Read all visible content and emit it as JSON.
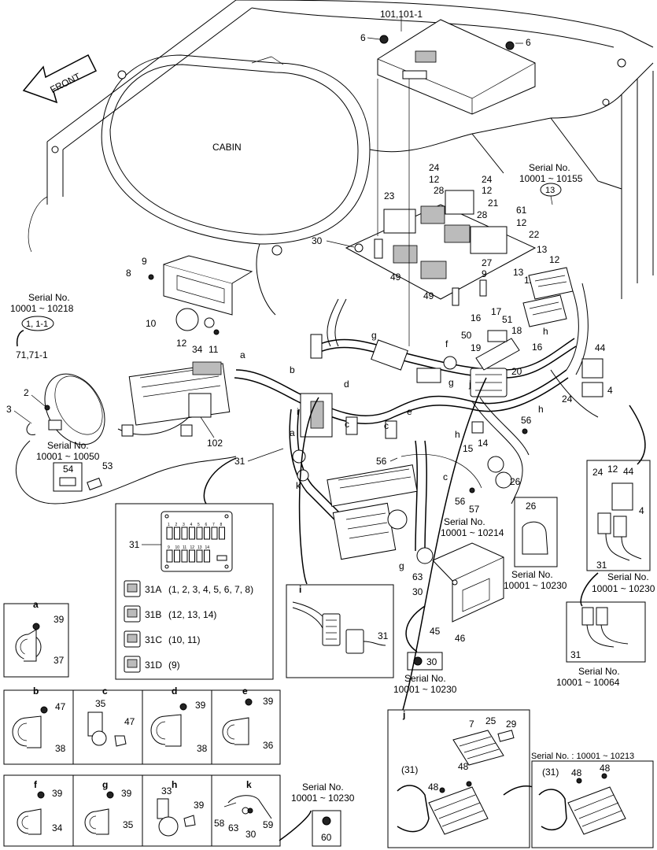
{
  "labels": {
    "front": "FRONT",
    "cabin": "CABIN",
    "l_101": "101,101-1",
    "l_6a": "6",
    "l_6b": "6",
    "l_24a": "24",
    "l_12a": "12",
    "l_24b": "24",
    "l_12b": "12",
    "l_23": "23",
    "l_28a": "28",
    "l_21": "21",
    "l_28b": "28",
    "l_61": "61",
    "l_12c": "12",
    "l_22": "22",
    "l_30a": "30",
    "l_49a": "49",
    "l_49b": "49",
    "l_27": "27",
    "l_9a": "9",
    "l_13a": "13",
    "l_13b": "13",
    "l_12d": "12",
    "l_12e": "12",
    "l_9b": "9",
    "l_8": "8",
    "l_10": "10",
    "l_12f": "12",
    "l_34a": "34",
    "l_11": "11",
    "l_71": "71,71-1",
    "l_2": "2",
    "l_3": "3",
    "l_53": "53",
    "l_54": "54",
    "l_102": "102",
    "l_31a": "31",
    "l_16a": "16",
    "l_17": "17",
    "l_51": "51",
    "l_18": "18",
    "l_50": "50",
    "l_19": "19",
    "l_16b": "16",
    "l_20": "20",
    "l_44a": "44",
    "l_4a": "4",
    "l_24c": "24",
    "l_56a": "56",
    "l_15": "15",
    "l_14": "14",
    "l_26a": "26",
    "l_56b": "56",
    "l_56c": "56",
    "l_57": "57",
    "l_26b": "26",
    "l_24d": "24",
    "l_12g": "12",
    "l_44b": "44",
    "l_4b": "4",
    "l_31b": "31",
    "l_63a": "63",
    "l_30b": "30",
    "l_45": "45",
    "l_46": "46",
    "l_30c": "30",
    "l_31c": "31",
    "l_31d": "31",
    "l_31e": "31",
    "l_a1": "a",
    "l_a2": "a",
    "l_b": "b",
    "l_c1": "c",
    "l_c2": "c",
    "l_c3": "c",
    "l_d": "d",
    "l_e": "e",
    "l_f": "f",
    "l_g1": "g",
    "l_g2": "g",
    "l_g3": "g",
    "l_h1": "h",
    "l_h2": "h",
    "l_h3": "h",
    "l_i": "i",
    "l_j": "j",
    "l_k": "k"
  },
  "serials": {
    "s_10155_a": "Serial No.",
    "s_10155_b": "10001 ~ 10155",
    "s_13": "13",
    "s_10218_a": "Serial No.",
    "s_10218_b": "10001 ~ 10218",
    "s_1_11": "1, 1-1",
    "s_10050_a": "Serial No.",
    "s_10050_b": "10001 ~ 10050",
    "s_10214_a": "Serial No.",
    "s_10214_b": "10001 ~ 10214",
    "s_10230a_a": "Serial No.",
    "s_10230a_b": "10001 ~ 10230",
    "s_10230b_a": "Serial No.",
    "s_10230b_b": "10001 ~ 10230",
    "s_10230c_a": "Serial No.",
    "s_10230c_b": "10001 ~ 10230",
    "s_10064_a": "Serial No.",
    "s_10064_b": "10001 ~ 10064",
    "s_10230d_a": "Serial No.",
    "s_10230d_b": "10001 ~ 10230",
    "s_10213": "Serial No. : 10001 ~ 10213"
  },
  "fuse_box": {
    "number": "31",
    "legend": [
      {
        "code": "31A",
        "items": "(1, 2, 3, 4, 5, 6, 7, 8)"
      },
      {
        "code": "31B",
        "items": "(12, 13, 14)"
      },
      {
        "code": "31C",
        "items": "(10, 11)"
      },
      {
        "code": "31D",
        "items": "(9)"
      }
    ],
    "slot_numbers": [
      "1",
      "2",
      "3",
      "4",
      "5",
      "6",
      "7",
      "8",
      "9",
      "10",
      "11",
      "12",
      "13",
      "14"
    ]
  },
  "detail_a": {
    "title": "a",
    "p1": "39",
    "p2": "37"
  },
  "detail_b": {
    "title": "b",
    "p1": "47",
    "p2": "38"
  },
  "detail_c": {
    "title": "c",
    "p1": "35",
    "p2": "47"
  },
  "detail_d": {
    "title": "d",
    "p1": "39",
    "p2": "38"
  },
  "detail_e": {
    "title": "e",
    "p1": "39",
    "p2": "36"
  },
  "detail_f": {
    "title": "f",
    "p1": "39",
    "p2": "34"
  },
  "detail_g": {
    "title": "g",
    "p1": "39",
    "p2": "35"
  },
  "detail_h": {
    "title": "h",
    "p1": "33",
    "p2": "39"
  },
  "detail_k": {
    "title": "k",
    "p1": "58",
    "p2": "63",
    "p3": "30",
    "p4": "59"
  },
  "detail_60": {
    "serial_a": "Serial No.",
    "serial_b": "10001 ~ 10230",
    "part": "60"
  },
  "detail_i": {
    "title": "i",
    "part": "31"
  },
  "detail_j": {
    "title": "j",
    "p7": "7",
    "p25": "25",
    "p29": "29",
    "p31": "(31)",
    "p48a": "48",
    "p48b": "48"
  },
  "detail_j2": {
    "p31": "(31)",
    "p48a": "48",
    "p48b": "48"
  }
}
